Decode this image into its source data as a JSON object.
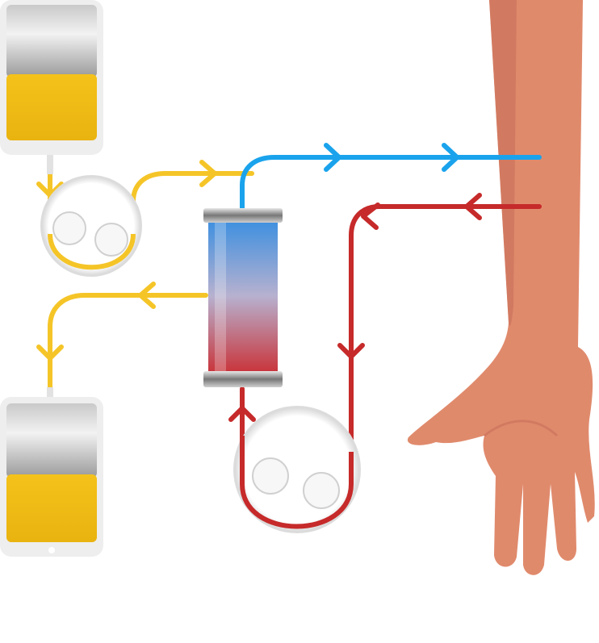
{
  "diagram": {
    "colors": {
      "dialysate_line": "#f5c528",
      "arterial_line": "#1aa3ec",
      "venous_line": "#c62a2a",
      "bag_liquid": "#f2c31b",
      "skin": "#e08a6c",
      "skin_shadow": "#c8705a",
      "pump_body": "#f4f4f4"
    },
    "components": [
      "fresh-dialysate-bag",
      "dialysate-pump",
      "dialyzer",
      "blood-pump",
      "used-dialysate-bag",
      "patient-arm"
    ]
  }
}
